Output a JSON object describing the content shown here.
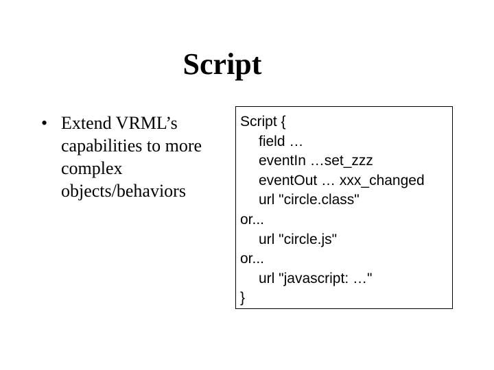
{
  "slide": {
    "title": "Script",
    "bullets": [
      {
        "marker": "•",
        "text": "Extend VRML’s capabilities to more complex objects/behaviors"
      }
    ],
    "code": {
      "lines": [
        {
          "text": "Script {",
          "indent": false
        },
        {
          "text": "field …",
          "indent": true
        },
        {
          "text": "eventIn …set_zzz",
          "indent": true
        },
        {
          "text": "eventOut … xxx_changed",
          "indent": true
        },
        {
          "text": "url \"circle.class\"",
          "indent": true
        },
        {
          "text": "or...",
          "indent": false
        },
        {
          "text": "url \"circle.js\"",
          "indent": true
        },
        {
          "text": "or...",
          "indent": false
        },
        {
          "text": "url \"javascript: …\"",
          "indent": true
        },
        {
          "text": "}",
          "indent": false
        }
      ]
    }
  }
}
